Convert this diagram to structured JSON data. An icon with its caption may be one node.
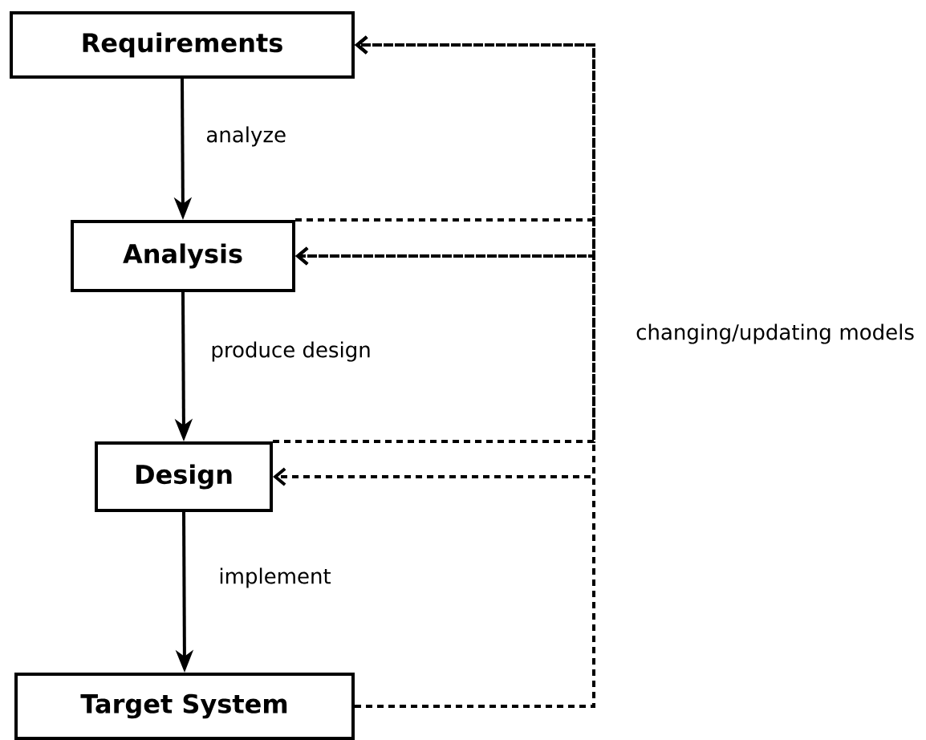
{
  "diagram": {
    "nodes": [
      {
        "text": [
          "Requirements"
        ]
      },
      {
        "text": [
          "Analysis"
        ]
      },
      {
        "text": [
          "Design"
        ]
      },
      {
        "text": [
          "Target System"
        ]
      }
    ],
    "edges": [
      {
        "from": 0,
        "to": 1,
        "arrow": "to",
        "label": "analyze"
      },
      {
        "from": 1,
        "to": 2,
        "arrow": "to",
        "label": "produce design"
      },
      {
        "from": 2,
        "to": 3,
        "arrow": "to",
        "label": "implement"
      },
      {
        "from": 3,
        "to": 0,
        "arrow": "to",
        "style": "dashed"
      },
      {
        "from": 3,
        "to": 1,
        "arrow": "to",
        "style": "dashed"
      },
      {
        "from": 3,
        "to": 2,
        "arrow": "to",
        "style": "dashed"
      },
      {
        "from": 1,
        "to": 0,
        "arrow": "to",
        "style": "dashed"
      },
      {
        "from": 2,
        "to": 0,
        "arrow": "to",
        "style": "dashed"
      },
      {
        "from": 2,
        "to": 1,
        "arrow": "to",
        "style": "dashed"
      }
    ],
    "labels": [
      "changing/updating models"
    ]
  }
}
